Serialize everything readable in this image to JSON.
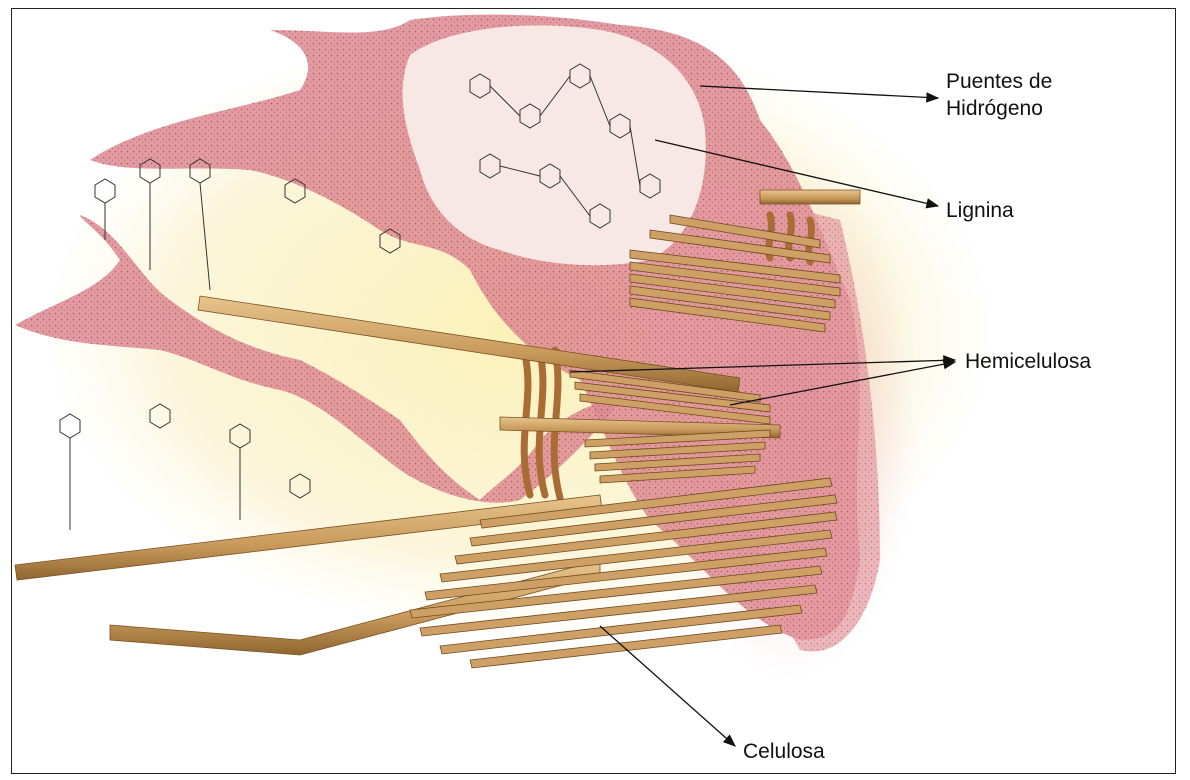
{
  "labels": {
    "hydrogen_line1": "Puentes de",
    "hydrogen_line2": "Hidrógeno",
    "lignin": "Lignina",
    "hemicellulose": "Hemicelulosa",
    "cellulose": "Celulosa"
  },
  "colors": {
    "lignin_matrix": "#d9828a",
    "lignin_core": "#f6e6e4",
    "background_glow": "#f8f1c4",
    "fiber": "#c79a5c",
    "fiber_dark": "#8f6530",
    "hemicellulose_strand": "#b5783f",
    "text": "#111111"
  },
  "icons": [
    "arrow-icon",
    "chemical-structure-icon",
    "fiber-bundle-icon"
  ]
}
